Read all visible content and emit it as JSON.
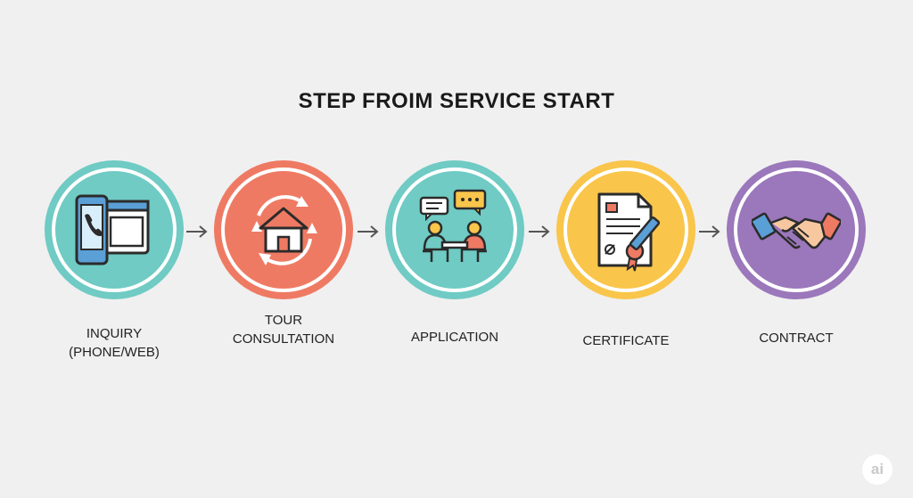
{
  "title": "STEP FROIM SERVICE START",
  "steps": [
    {
      "label_line1": "INQUIRY",
      "label_line2": "(PHONE/WEB)",
      "color": "#6fcbc4",
      "icon": "phone-web-icon"
    },
    {
      "label_line1": "TOUR",
      "label_line2": "CONSULTATION",
      "color": "#ef7a63",
      "icon": "house-cycle-icon"
    },
    {
      "label_line1": "APPLICATION",
      "label_line2": "",
      "color": "#6fcbc4",
      "icon": "meeting-icon"
    },
    {
      "label_line1": "CERTIFICATE",
      "label_line2": "",
      "color": "#f9c54b",
      "icon": "certificate-icon"
    },
    {
      "label_line1": "CONTRACT",
      "label_line2": "",
      "color": "#9b77bb",
      "icon": "handshake-icon"
    }
  ],
  "arrow_color": "#555555",
  "watermark": "ai"
}
